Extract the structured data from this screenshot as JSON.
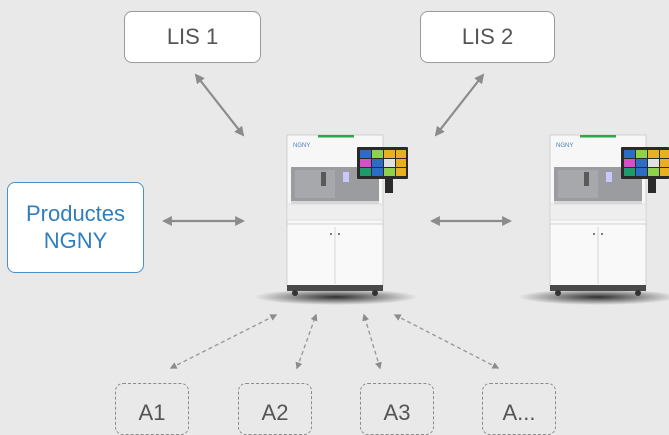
{
  "lis": [
    {
      "label": "LIS 1"
    },
    {
      "label": "LIS 2"
    }
  ],
  "products": {
    "line1": "Productes",
    "line2": "NGNY"
  },
  "analyzers": [
    {
      "label": "A1"
    },
    {
      "label": "A2"
    },
    {
      "label": "A3"
    },
    {
      "label": "A..."
    }
  ],
  "device": {
    "brand": "NGNY"
  },
  "colors": {
    "background": "#e9e9e9",
    "box_border": "#9a9a9a",
    "products_border": "#4a90c8",
    "products_text": "#2f7fbf",
    "arrow": "#8c8c8c",
    "device_accent": "#2aa84a"
  }
}
